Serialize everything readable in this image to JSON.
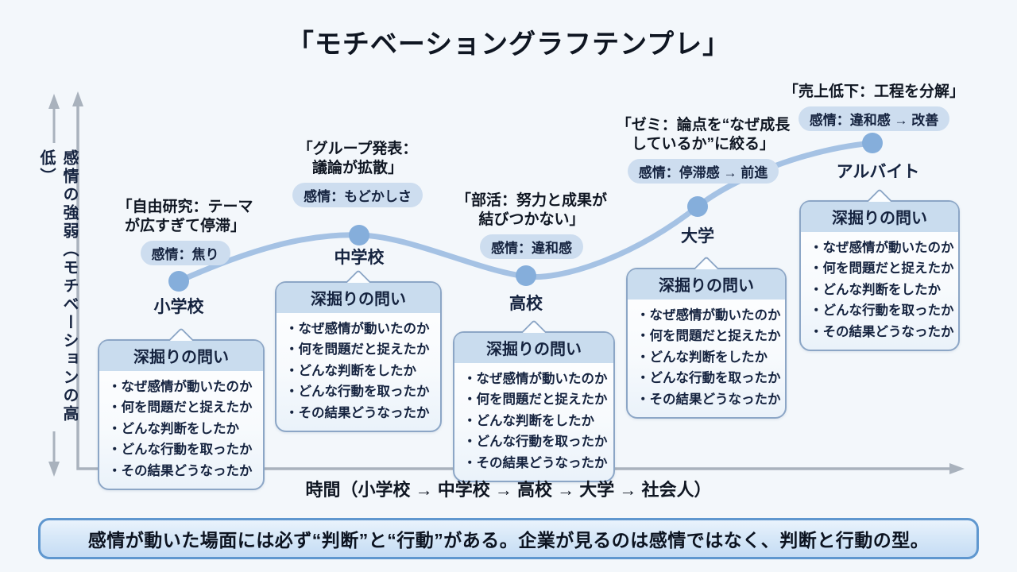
{
  "title": "「モチベーショングラフテンプレ」",
  "y_axis_label": "感情の強弱（モチベーションの高低）",
  "x_axis_label": "時間（小学校 → 中学校 → 高校 → 大学 → 社会人）",
  "footer_note": "感情が動いた場面には必ず“判断”と“行動”がある。企業が見るのは感情ではなく、判断と行動の型。",
  "deep_dive": {
    "header": "深掘りの問い",
    "bullets": [
      "なぜ感情が動いたのか",
      "何を問題だと捉えたか",
      "どんな判断をしたか",
      "どんな行動を取ったか",
      "その結果どうなったか"
    ]
  },
  "events": [
    {
      "stage": "小学校",
      "title_lines": [
        "「自由研究：テーマ",
        "が広すぎて停滞」"
      ],
      "emotion": "感情：焦り"
    },
    {
      "stage": "中学校",
      "title_lines": [
        "「グループ発表：",
        "議論が拡散」"
      ],
      "emotion": "感情：もどかしさ"
    },
    {
      "stage": "高校",
      "title_lines": [
        "「部活：努力と成果が",
        "結びつかない」"
      ],
      "emotion": "感情：違和感"
    },
    {
      "stage": "大学",
      "title_lines": [
        "「ゼミ：論点を“なぜ成長",
        "しているか”に絞る」"
      ],
      "emotion": "感情：停滞感 → 前進"
    },
    {
      "stage": "アルバイト",
      "title_lines": [
        "「売上低下：工程を分解」"
      ],
      "emotion": "感情：違和感 → 改善"
    }
  ],
  "colors": {
    "background": "#f3f7fb",
    "curve": "#a5c2e4",
    "point": "#85aedb",
    "axis": "#a9b2bd",
    "badge_bg": "#cdddef",
    "box_border": "#8ca6c6",
    "box_header_bg": "#c9dcee",
    "banner_border": "#5f97cf",
    "banner_bg": "#d7e8f8",
    "text_dark": "#15233f"
  },
  "chart_data": {
    "type": "line",
    "title": "「モチベーショングラフテンプレ」",
    "xlabel": "時間（小学校 → 中学校 → 高校 → 大学 → 社会人）",
    "ylabel": "感情の強弱（モチベーションの高低）",
    "categories": [
      "小学校",
      "中学校",
      "高校",
      "大学",
      "アルバイト"
    ],
    "values": [
      50,
      63,
      52,
      70,
      87
    ],
    "ylim": [
      0,
      100
    ],
    "grid": false,
    "legend": "none",
    "annotations": [
      {
        "x": "小学校",
        "event": "「自由研究：テーマが広すぎて停滞」",
        "emotion": "感情：焦り"
      },
      {
        "x": "中学校",
        "event": "「グループ発表：議論が拡散」",
        "emotion": "感情：もどかしさ"
      },
      {
        "x": "高校",
        "event": "「部活：努力と成果が結びつかない」",
        "emotion": "感情：違和感"
      },
      {
        "x": "大学",
        "event": "「ゼミ：論点を“なぜ成長しているか”に絞る」",
        "emotion": "感情：停滞感 → 前進"
      },
      {
        "x": "アルバイト",
        "event": "「売上低下：工程を分解」",
        "emotion": "感情：違和感 → 改善"
      }
    ]
  }
}
